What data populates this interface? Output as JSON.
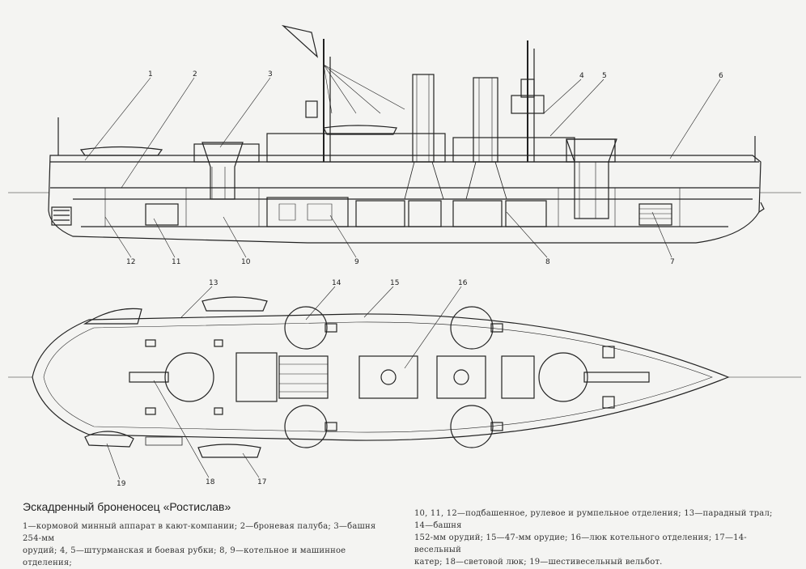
{
  "title": "Эскадренный броненосец «Ростислав»",
  "legend_left": [
    "1—кормовой минный аппарат в кают-компании; 2—броневая палуба; 3—башня 254-мм",
    "орудий; 4, 5—штурманская и боевая рубки; 8, 9—котельное и машинное отделения;"
  ],
  "legend_right": [
    "10, 11, 12—подбашенное, рулевое и румпельное отделения; 13—парадный трал; 14—башня",
    "152-мм орудий; 15—47-мм орудие; 16—люк котельного отделения; 17—14-весельный",
    "катер; 18—световой люк; 19—шестивесельный вельбот."
  ],
  "callouts": [
    "1",
    "2",
    "3",
    "4",
    "5",
    "6",
    "7",
    "8",
    "9",
    "10",
    "11",
    "12",
    "13",
    "14",
    "15",
    "16",
    "17",
    "18",
    "19"
  ],
  "colors": {
    "ink": "#222222",
    "paper": "#f4f4f2"
  }
}
